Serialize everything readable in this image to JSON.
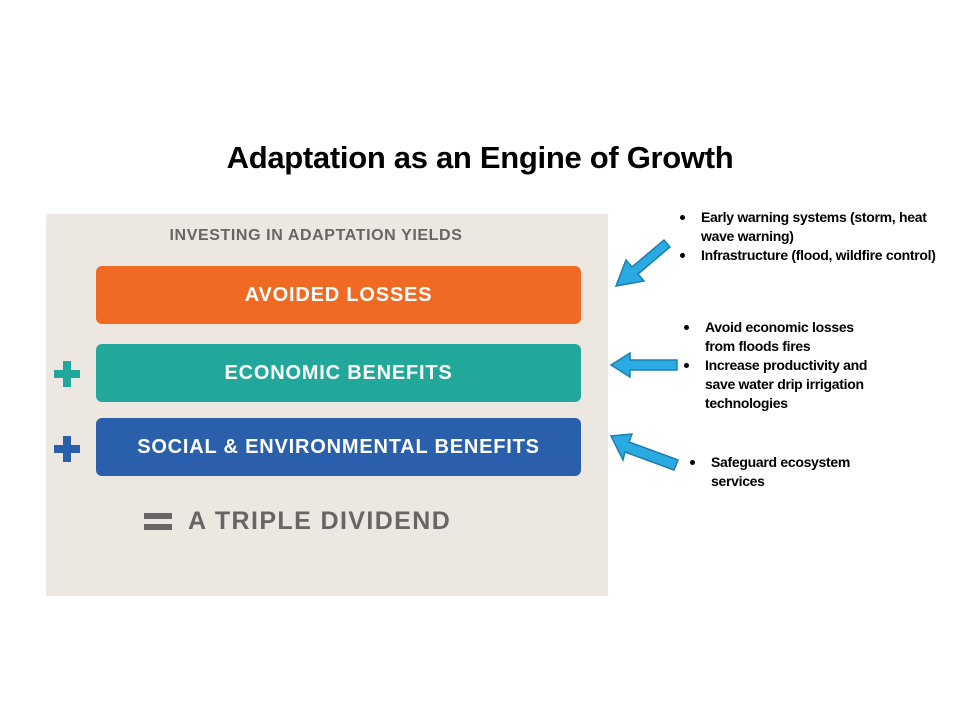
{
  "title": "Adaptation as an Engine of Growth",
  "panel": {
    "heading": "INVESTING IN ADAPTATION YIELDS",
    "bars": [
      {
        "label": "AVOIDED LOSSES",
        "color": "#f06a23",
        "operator": ""
      },
      {
        "label": "ECONOMIC BENEFITS",
        "color": "#21a89a",
        "operator": "+"
      },
      {
        "label": "SOCIAL & ENVIRONMENTAL BENEFITS",
        "color": "#2a5fab",
        "operator": "+"
      }
    ],
    "result_operator": "=",
    "result": "A TRIPLE DIVIDEND"
  },
  "arrow_color": "#29abe2",
  "notes": [
    {
      "items": [
        "Early warning systems (storm, heat wave warning)",
        "Infrastructure (flood, wildfire control)"
      ]
    },
    {
      "items": [
        "Avoid economic losses from floods fires",
        "Increase productivity and save water drip irrigation technologies"
      ]
    },
    {
      "items": [
        "Safeguard ecosystem services"
      ]
    }
  ]
}
